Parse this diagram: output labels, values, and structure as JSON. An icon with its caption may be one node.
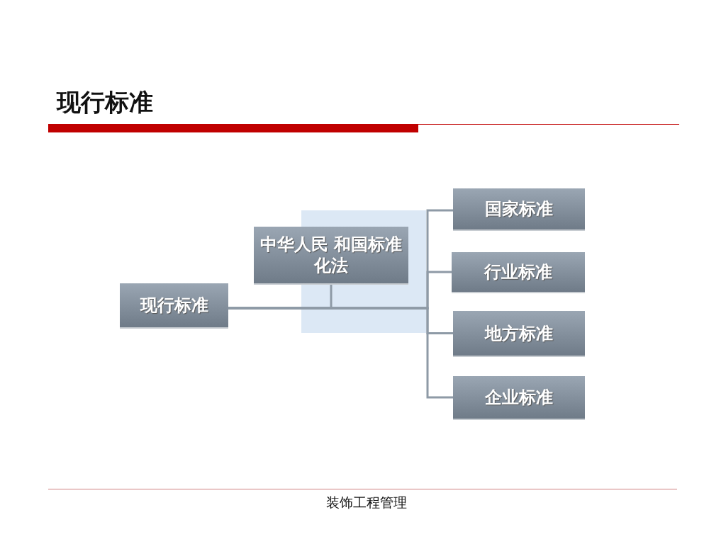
{
  "diagram": {
    "title": "现行标准",
    "nodes": [
      {
        "text": [
          "现行标准"
        ]
      },
      {
        "text": [
          "中华人民 和国标准化法"
        ]
      },
      {
        "text": [
          "国家标准"
        ]
      },
      {
        "text": [
          "行业标准"
        ]
      },
      {
        "text": [
          "地方标准"
        ]
      },
      {
        "text": [
          "企业标准"
        ]
      }
    ],
    "edges": [
      {
        "from": 0,
        "to": 2,
        "arrow": "none"
      },
      {
        "from": 0,
        "to": 3,
        "arrow": "none"
      },
      {
        "from": 0,
        "to": 4,
        "arrow": "none"
      },
      {
        "from": 0,
        "to": 5,
        "arrow": "none"
      },
      {
        "from": 1,
        "to": 0,
        "arrow": "none"
      }
    ],
    "labels": [
      "装饰工程管理"
    ]
  }
}
